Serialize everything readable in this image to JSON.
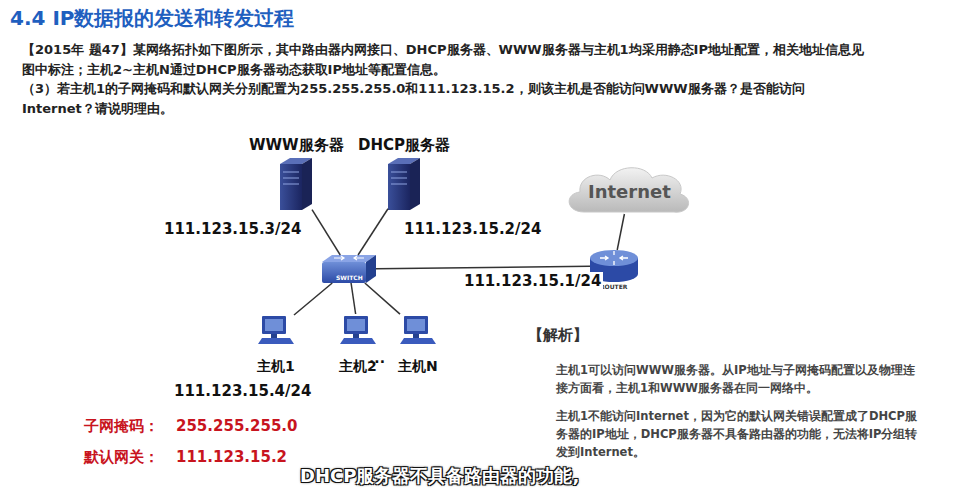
{
  "diagram": {
    "title": "4.4  IP数据报的发送和转发过程",
    "nodes": [
      {
        "text": [
          "WWW服务器",
          "111.123.15.3/24"
        ]
      },
      {
        "text": [
          "DHCP服务器",
          "111.123.15.2/24"
        ]
      },
      {
        "text": [
          "SWITCH"
        ]
      },
      {
        "text": [
          "ROUTER"
        ]
      },
      {
        "text": [
          "Internet"
        ]
      },
      {
        "text": [
          "主机1",
          "111.123.15.4/24"
        ]
      },
      {
        "text": [
          "主机2"
        ]
      },
      {
        "text": [
          "主机N"
        ]
      }
    ],
    "edges": [
      {
        "from": 0,
        "to": 2,
        "arrow": "none"
      },
      {
        "from": 1,
        "to": 2,
        "arrow": "none"
      },
      {
        "from": 2,
        "to": 3,
        "arrow": "none",
        "label": "111.123.15.1/24"
      },
      {
        "from": 3,
        "to": 4,
        "arrow": "none"
      },
      {
        "from": 2,
        "to": 5,
        "arrow": "none"
      },
      {
        "from": 2,
        "to": 6,
        "arrow": "none"
      },
      {
        "from": 2,
        "to": 7,
        "arrow": "none"
      }
    ],
    "labels": [
      "【2015年 题47】某网络拓扑如下图所示，其中路由器内网接口、DHCP服务器、WWW服务器与主机1均采用静态IP地址配置，相关地址信息见图中标注；主机2~主机N通过DHCP服务器动态获取IP地址等配置信息。",
      "（3）若主机1的子网掩码和默认网关分别配置为255.255.255.0和111.123.15.2，则该主机是否能访问WWW服务器？是否能访问Internet？请说明理由。",
      "···",
      "子网掩码：",
      "255.255.255.0",
      "默认网关：",
      "111.123.15.2",
      "【解析】",
      "主机1可以访问WWW服务器。从IP地址与子网掩码配置以及物理连接方面看，主机1和WWW服务器在同一网络中。",
      "主机1不能访问Internet，因为它的默认网关错误配置成了DHCP服务器的IP地址，DHCP服务器不具备路由器的功能，无法将IP分组转发到Internet。",
      "DHCP服务器不具备路由器的功能,"
    ]
  }
}
